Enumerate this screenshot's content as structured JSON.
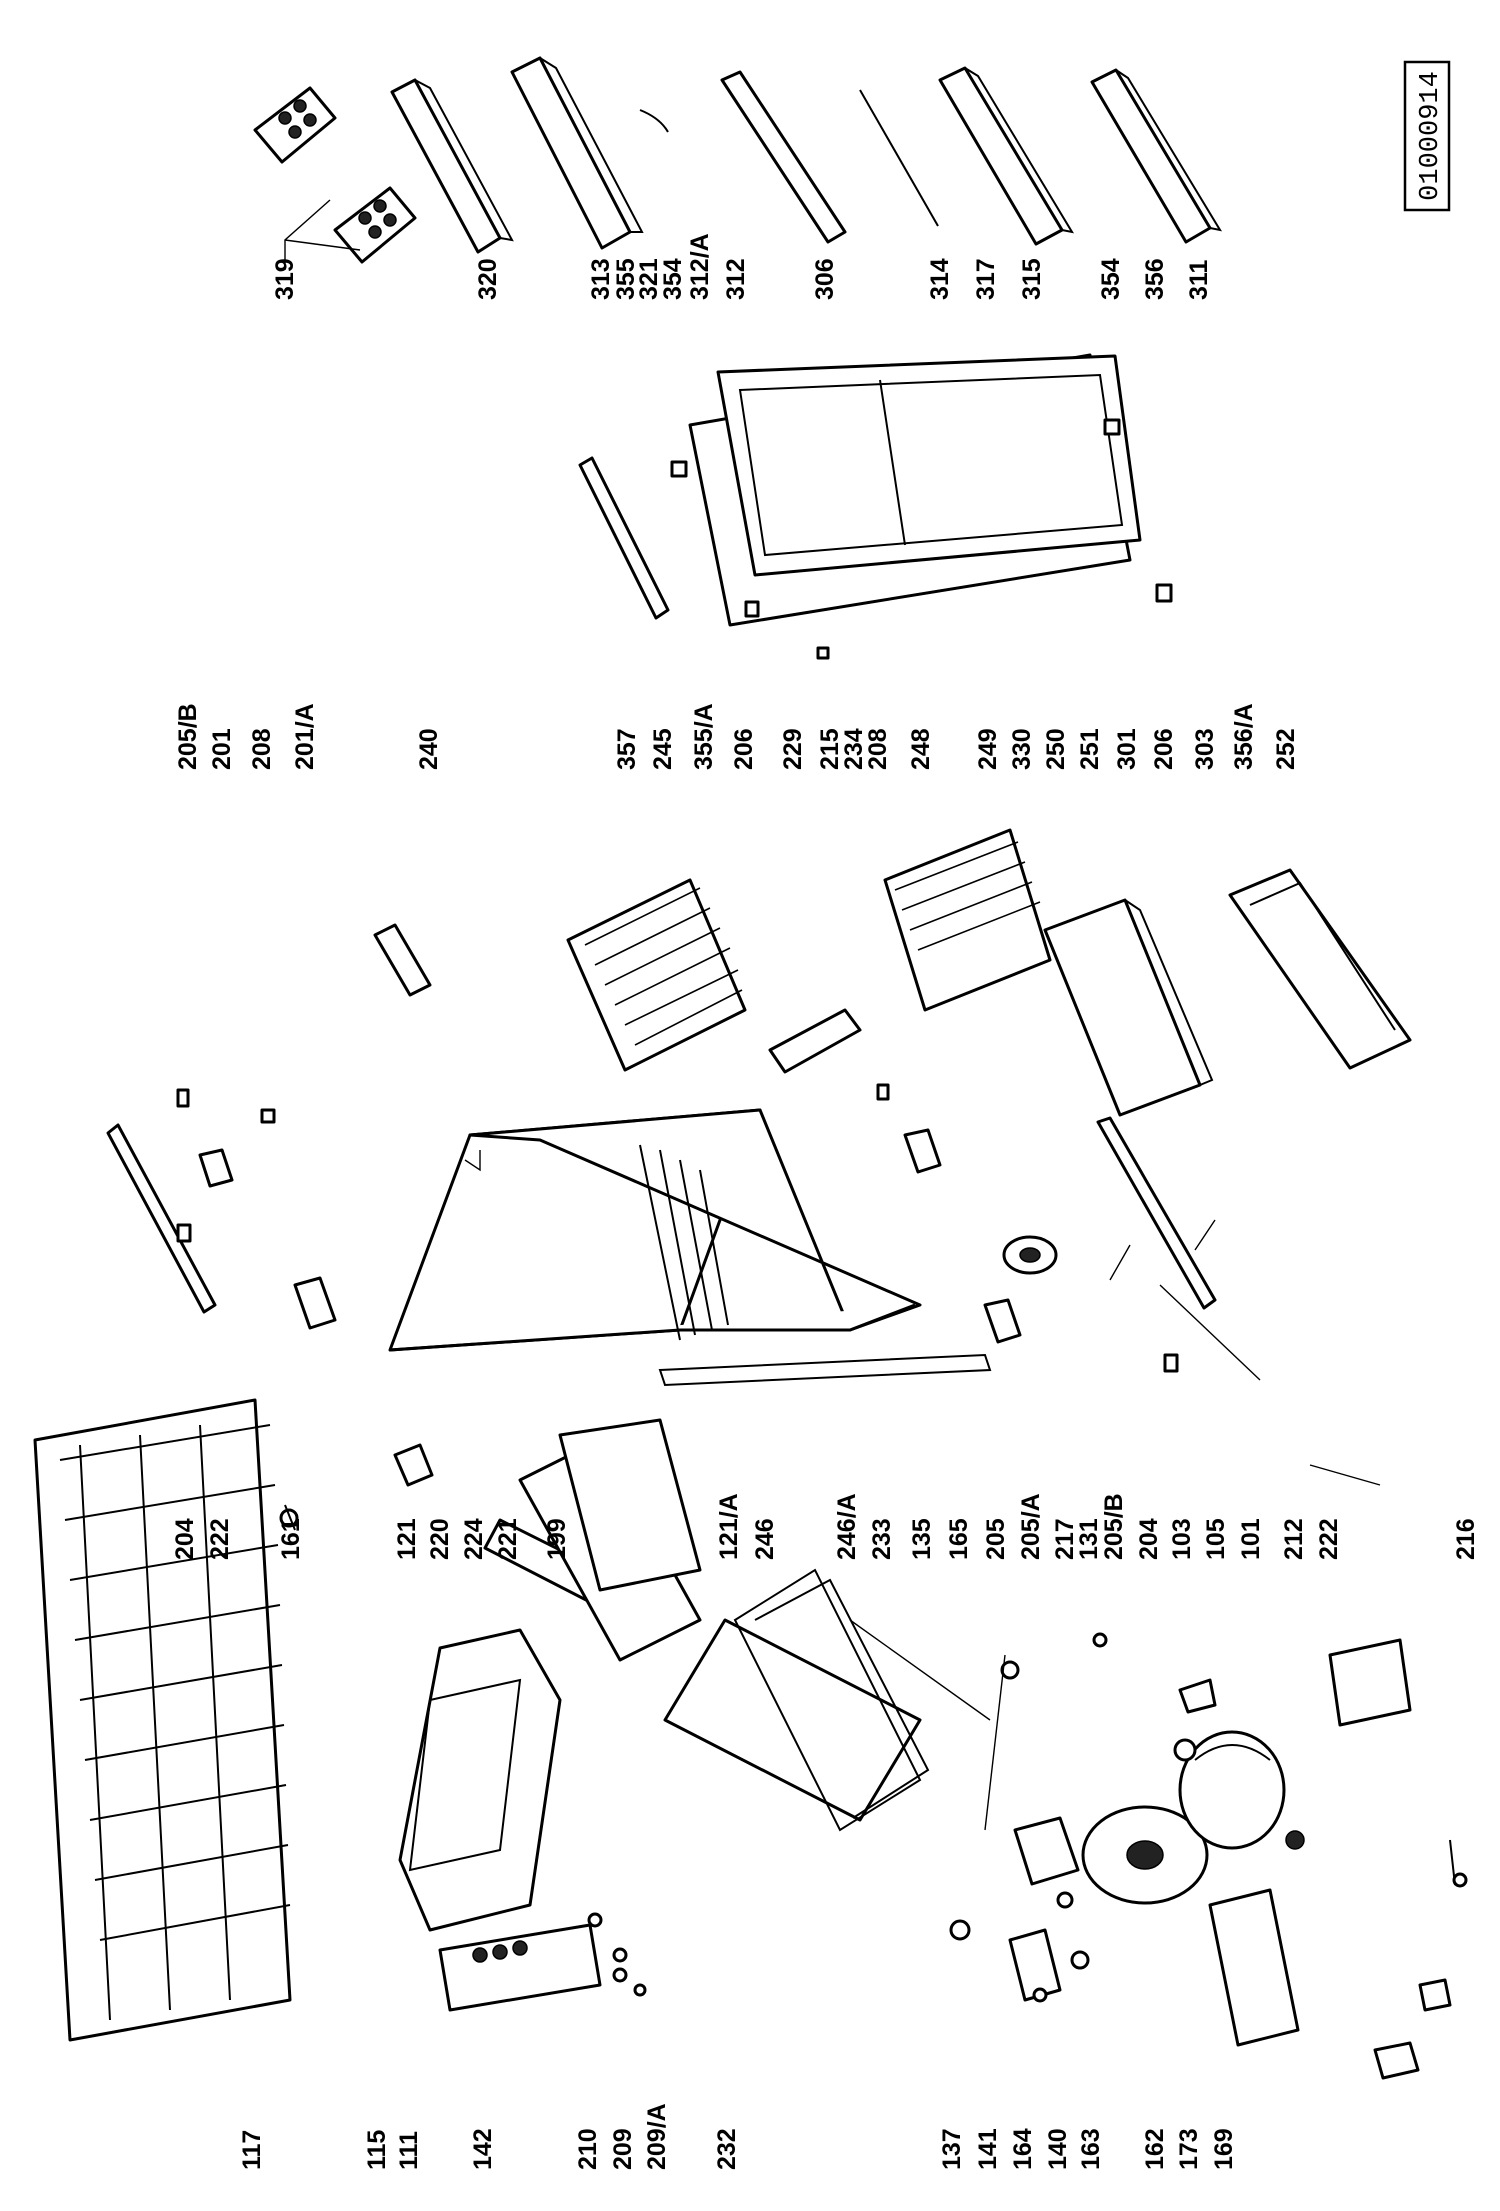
{
  "document_id": "01000914",
  "labels": {
    "top_row": [
      "319",
      "320",
      "313",
      "355",
      "321",
      "354",
      "312/A",
      "312",
      "306",
      "314",
      "317",
      "315",
      "354",
      "356",
      "311"
    ],
    "middle_row": [
      "205/B",
      "201",
      "208",
      "201/A",
      "240",
      "357",
      "245",
      "355/A",
      "206",
      "229",
      "215",
      "234",
      "208",
      "248",
      "249",
      "330",
      "250",
      "251",
      "301",
      "206",
      "303",
      "356/A",
      "252"
    ],
    "lower_row": [
      "204",
      "222",
      "161",
      "121",
      "220",
      "224",
      "221",
      "199",
      "121/A",
      "246",
      "246/A",
      "233",
      "135",
      "165",
      "205",
      "205/A",
      "217",
      "131",
      "205/B",
      "204",
      "103",
      "105",
      "101",
      "212",
      "222",
      "216"
    ],
    "bottom_row": [
      "117",
      "115",
      "111",
      "142",
      "210",
      "209",
      "209/A",
      "232",
      "137",
      "141",
      "164",
      "140",
      "163",
      "162",
      "173",
      "169"
    ]
  }
}
